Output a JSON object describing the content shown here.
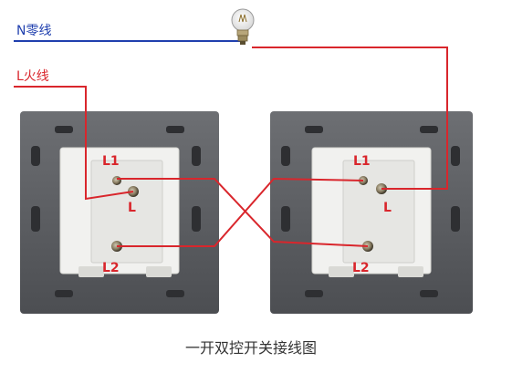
{
  "labels": {
    "neutral": "N零线",
    "live": "L火线",
    "caption": "一开双控开关接线图"
  },
  "switches": [
    {
      "terminals": {
        "l1": "L1",
        "l": "L",
        "l2": "L2"
      }
    },
    {
      "terminals": {
        "l1": "L1",
        "l": "L",
        "l2": "L2"
      }
    }
  ],
  "colors": {
    "neutral_wire": "#1f3fae",
    "live_wire": "#d9262c",
    "neutral_label": "#1f3fae",
    "live_label": "#d9262c",
    "terminal_label": "#d9262c",
    "frame": "#5a5c60",
    "plate": "#f1f1ef"
  },
  "icons": [
    "light-bulb-icon",
    "screw-terminal-icon"
  ]
}
